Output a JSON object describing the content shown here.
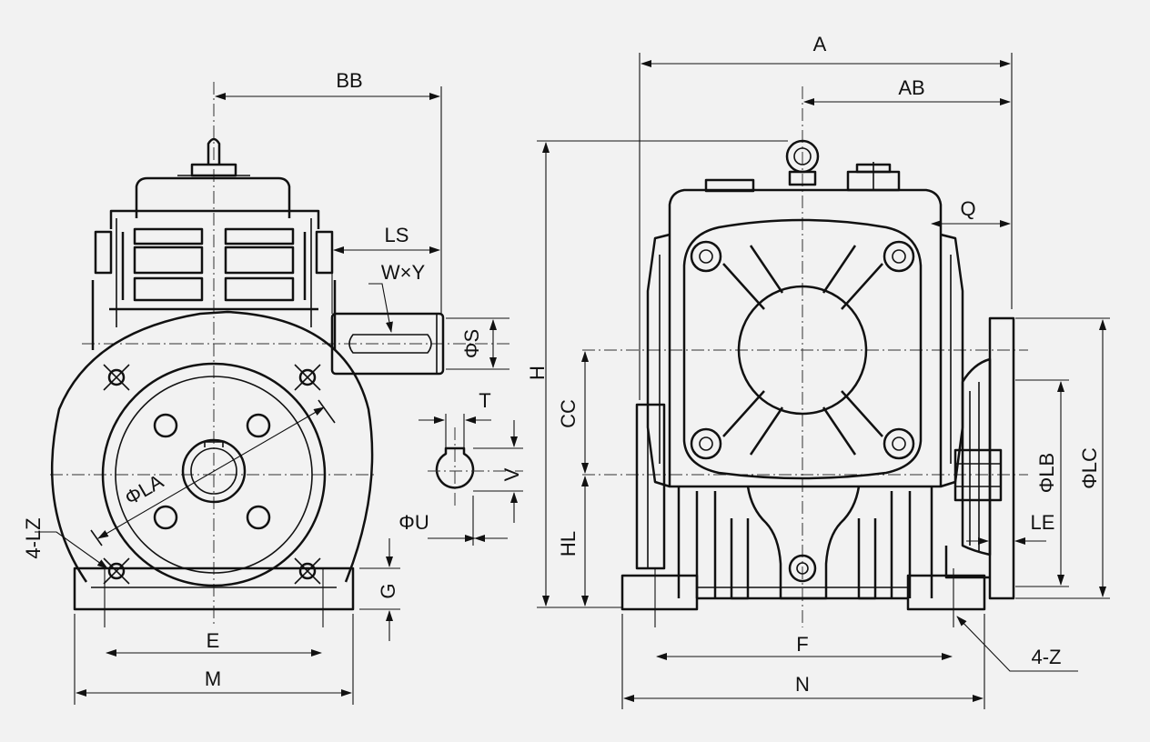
{
  "labels": {
    "bb": "BB",
    "ls": "LS",
    "wxy": "W×Y",
    "phi_s": "ΦS",
    "t": "T",
    "v": "V",
    "phi_u": "ΦU",
    "phi_la": "ΦLA",
    "four_lz": "4-LZ",
    "g": "G",
    "e": "E",
    "m": "M",
    "a": "A",
    "ab": "AB",
    "q": "Q",
    "h": "H",
    "cc": "CC",
    "hl": "HL",
    "phi_lb": "ΦLB",
    "phi_lc": "ΦLC",
    "le": "LE",
    "f": "F",
    "n": "N",
    "four_z": "4-Z"
  }
}
